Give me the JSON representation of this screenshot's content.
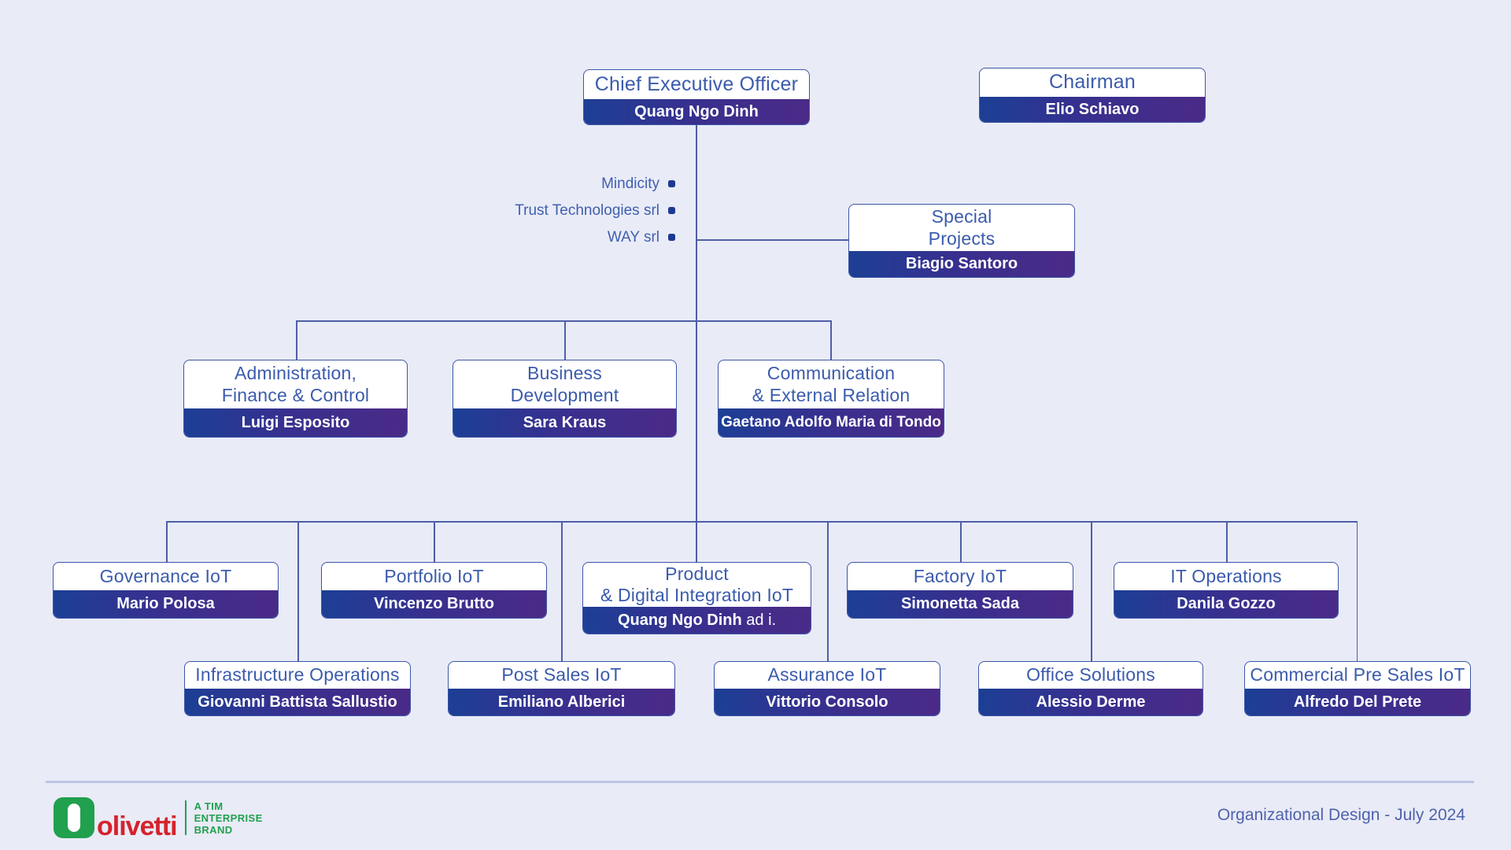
{
  "page": {
    "footer_note": "Organizational Design - July 2024"
  },
  "brand": {
    "logo_text": "olivetti",
    "tagline": "A TIM\nENTERPRISE\nBRAND"
  },
  "side_entities": [
    {
      "label": "Mindicity"
    },
    {
      "label": "Trust Technologies srl"
    },
    {
      "label": "WAY srl"
    }
  ],
  "nodes": {
    "ceo": {
      "title": "Chief Executive Officer",
      "name": "Quang Ngo Dinh"
    },
    "chairman": {
      "title": "Chairman",
      "name": "Elio Schiavo"
    },
    "special": {
      "title": "Special\nProjects",
      "name": "Biagio Santoro"
    },
    "admin": {
      "title": "Administration,\nFinance & Control",
      "name": "Luigi Esposito"
    },
    "busdev": {
      "title": "Business\nDevelopment",
      "name": "Sara Kraus"
    },
    "comm": {
      "title": "Communication\n& External Relation",
      "name": "Gaetano Adolfo Maria di Tondo"
    },
    "governance": {
      "title": "Governance IoT",
      "name": "Mario Polosa"
    },
    "portfolio": {
      "title": "Portfolio IoT",
      "name": "Vincenzo Brutto"
    },
    "product": {
      "title": "Product\n& Digital Integration IoT",
      "name": "Quang Ngo Dinh",
      "name_suffix": " ad i."
    },
    "factory": {
      "title": "Factory IoT",
      "name": "Simonetta Sada"
    },
    "itops": {
      "title": "IT Operations",
      "name": "Danila Gozzo"
    },
    "infra": {
      "title": "Infrastructure Operations",
      "name": "Giovanni Battista Sallustio"
    },
    "postsales": {
      "title": "Post Sales IoT",
      "name": "Emiliano Alberici"
    },
    "assurance": {
      "title": "Assurance IoT",
      "name": "Vittorio Consolo"
    },
    "office": {
      "title": "Office Solutions",
      "name": "Alessio Derme"
    },
    "commercial": {
      "title": "Commercial Pre Sales IoT",
      "name": "Alfredo Del Prete"
    }
  },
  "colors": {
    "background": "#e9ebf7",
    "box_border": "#3d56a6",
    "title_text": "#3b5bad",
    "bar_gradient_start": "#1c3f95",
    "bar_gradient_end": "#4b2a87",
    "connector": "#4d5ea7",
    "bullet": "#1d3a91",
    "olivetti_green": "#21a04e",
    "olivetti_red": "#d5232b",
    "footer_text": "#4f63ac"
  }
}
